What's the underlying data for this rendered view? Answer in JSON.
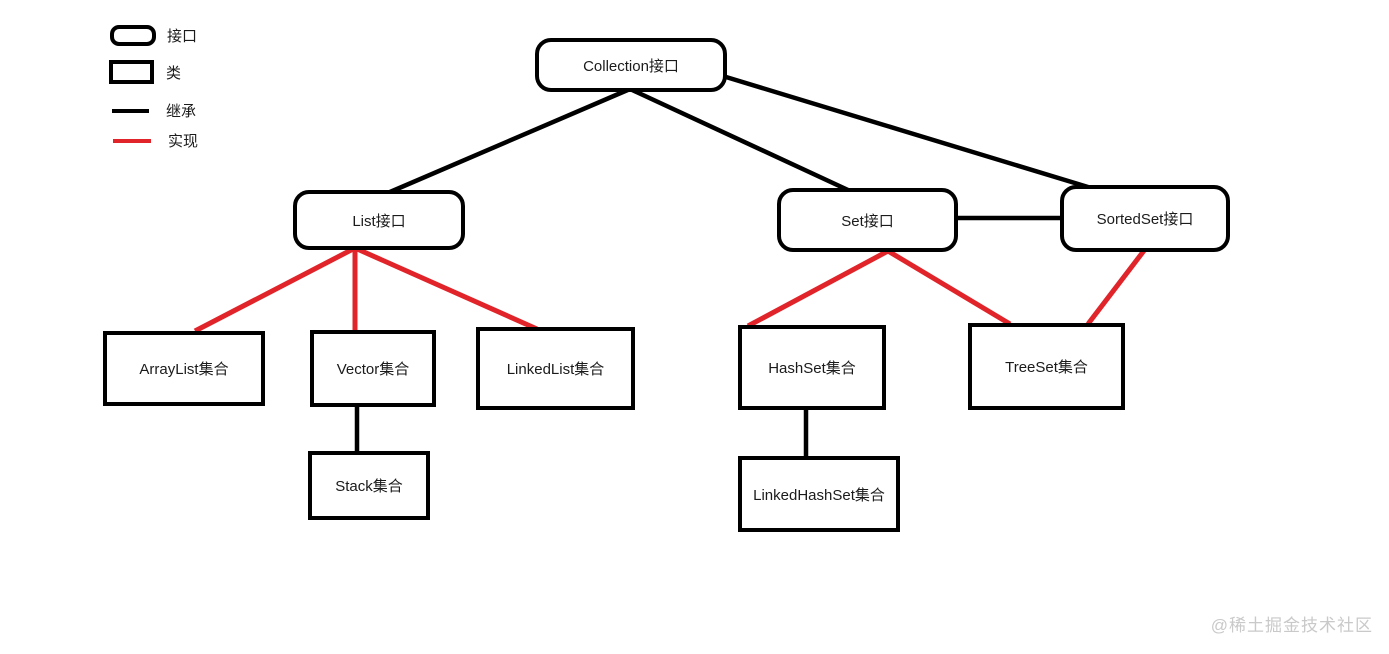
{
  "legend": {
    "items": [
      {
        "id": "interface",
        "label": "接口",
        "symbol": "rounded-rect"
      },
      {
        "id": "class",
        "label": "类",
        "symbol": "rect"
      },
      {
        "id": "inheritance",
        "label": "继承",
        "symbol": "black-line"
      },
      {
        "id": "implementation",
        "label": "实现",
        "symbol": "red-line"
      }
    ]
  },
  "colors": {
    "inheritance_line": "#000000",
    "implementation_line": "#e02429",
    "box_border": "#000000",
    "watermark_text": "#c9c9c9"
  },
  "diagram": {
    "nodes": [
      {
        "id": "collection",
        "label": "Collection接口",
        "type": "interface"
      },
      {
        "id": "list",
        "label": "List接口",
        "type": "interface"
      },
      {
        "id": "set",
        "label": "Set接口",
        "type": "interface"
      },
      {
        "id": "sortedset",
        "label": "SortedSet接口",
        "type": "interface"
      },
      {
        "id": "arraylist",
        "label": "ArrayList集合",
        "type": "class"
      },
      {
        "id": "vector",
        "label": "Vector集合",
        "type": "class"
      },
      {
        "id": "linkedlist",
        "label": "LinkedList集合",
        "type": "class"
      },
      {
        "id": "hashset",
        "label": "HashSet集合",
        "type": "class"
      },
      {
        "id": "treeset",
        "label": "TreeSet集合",
        "type": "class"
      },
      {
        "id": "stack",
        "label": "Stack集合",
        "type": "class"
      },
      {
        "id": "linkedhashset",
        "label": "LinkedHashSet集合",
        "type": "class"
      }
    ],
    "edges": [
      {
        "from": "collection",
        "to": "list",
        "type": "inheritance"
      },
      {
        "from": "collection",
        "to": "set",
        "type": "inheritance"
      },
      {
        "from": "collection",
        "to": "sortedset",
        "type": "inheritance"
      },
      {
        "from": "set",
        "to": "sortedset",
        "type": "inheritance"
      },
      {
        "from": "vector",
        "to": "stack",
        "type": "inheritance"
      },
      {
        "from": "hashset",
        "to": "linkedhashset",
        "type": "inheritance"
      },
      {
        "from": "list",
        "to": "arraylist",
        "type": "implementation"
      },
      {
        "from": "list",
        "to": "vector",
        "type": "implementation"
      },
      {
        "from": "list",
        "to": "linkedlist",
        "type": "implementation"
      },
      {
        "from": "set",
        "to": "hashset",
        "type": "implementation"
      },
      {
        "from": "set",
        "to": "treeset",
        "type": "implementation"
      },
      {
        "from": "sortedset",
        "to": "treeset",
        "type": "implementation"
      }
    ]
  },
  "watermark": "@稀土掘金技术社区"
}
